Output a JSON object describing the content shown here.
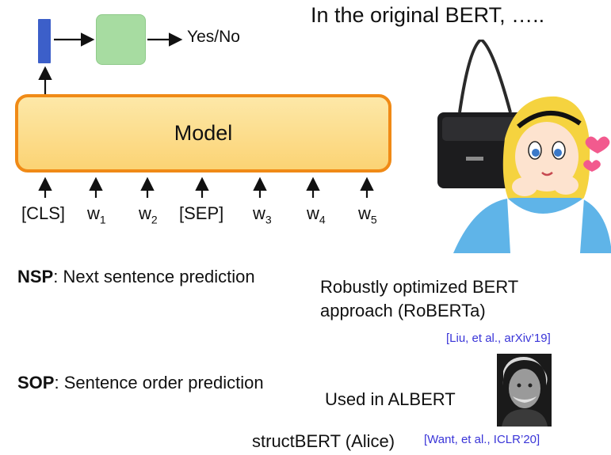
{
  "title": "In the original BERT, …..",
  "yes_no": "Yes/No",
  "model_label": "Model",
  "tokens": [
    {
      "base": "[CLS]",
      "sub": ""
    },
    {
      "base": "w",
      "sub": "1"
    },
    {
      "base": "w",
      "sub": "2"
    },
    {
      "base": "[SEP]",
      "sub": ""
    },
    {
      "base": "w",
      "sub": "3"
    },
    {
      "base": "w",
      "sub": "4"
    },
    {
      "base": "w",
      "sub": "5"
    }
  ],
  "nsp": {
    "abbr": "NSP",
    "rest": ": Next sentence prediction"
  },
  "sop": {
    "abbr": "SOP",
    "rest": ": Sentence order prediction"
  },
  "roberta": "Robustly optimized BERT approach (RoBERTa)",
  "roberta_cite": "[Liu, et al., arXiv’19]",
  "albert": "Used in ALBERT",
  "structbert": "structBERT (Alice)",
  "structbert_cite": "[Want, et al., ICLR’20]",
  "colors": {
    "cls_bar": "#3c5fc9",
    "classifier": "#a7dca1",
    "model_border": "#f08a16",
    "model_fill": "#fbd374",
    "citation": "#3a35d8"
  }
}
